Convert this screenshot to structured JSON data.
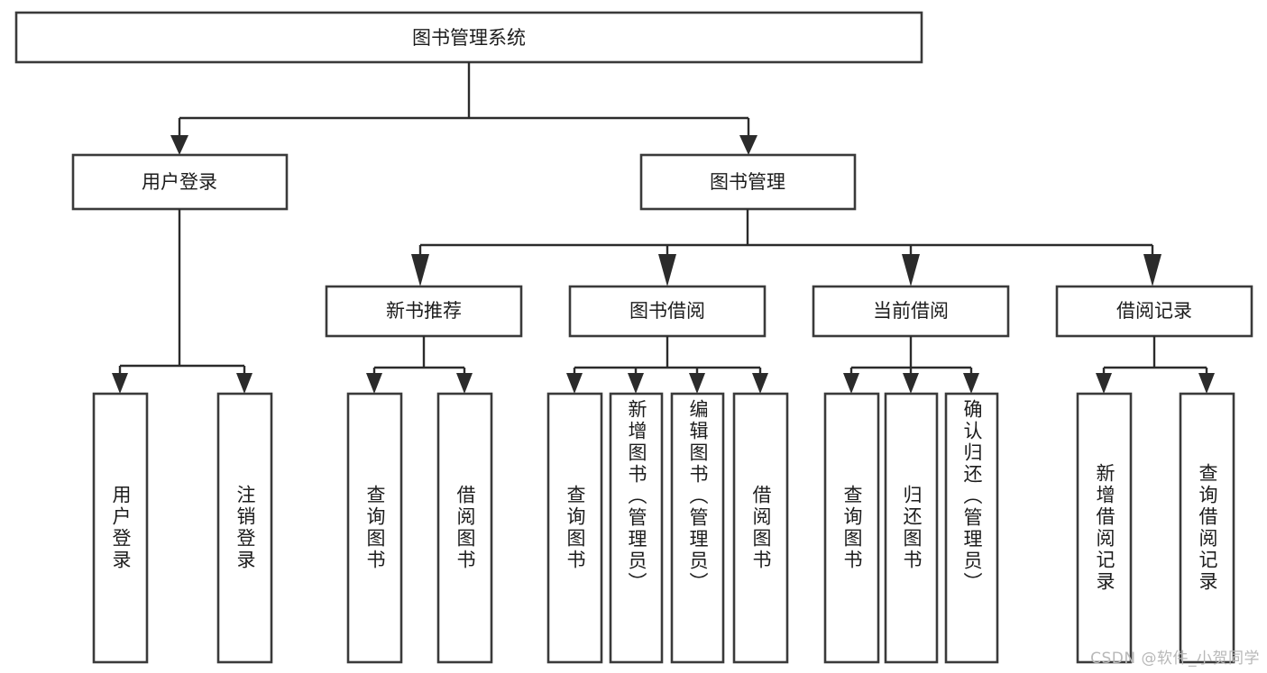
{
  "diagram": {
    "type": "tree",
    "title": "图书管理系统",
    "orientation": "top-down",
    "colors": {
      "box_stroke": "#3a3a3a",
      "connector": "#2b2b2b",
      "background": "#ffffff",
      "text": "#1c1c1c",
      "watermark": "#b8b8b8"
    },
    "root": {
      "id": "root",
      "label": "图书管理系统"
    },
    "level2": [
      {
        "id": "user-login",
        "label": "用户登录"
      },
      {
        "id": "book-manage",
        "label": "图书管理"
      }
    ],
    "level3": [
      {
        "id": "new-book-recommend",
        "label": "新书推荐",
        "parent": "book-manage"
      },
      {
        "id": "book-borrow",
        "label": "图书借阅",
        "parent": "book-manage"
      },
      {
        "id": "current-borrow",
        "label": "当前借阅",
        "parent": "book-manage"
      },
      {
        "id": "borrow-record",
        "label": "借阅记录",
        "parent": "book-manage"
      }
    ],
    "leaves": {
      "user-login": [
        {
          "id": "leaf-user-login",
          "label": "用户登录"
        },
        {
          "id": "leaf-user-logout",
          "label": "注销登录"
        }
      ],
      "new-book-recommend": [
        {
          "id": "leaf-query-book-1",
          "label": "查询图书"
        },
        {
          "id": "leaf-borrow-book-1",
          "label": "借阅图书"
        }
      ],
      "book-borrow": [
        {
          "id": "leaf-query-book-2",
          "label": "查询图书"
        },
        {
          "id": "leaf-add-book",
          "label": "新增图书（管理员）"
        },
        {
          "id": "leaf-edit-book",
          "label": "编辑图书（管理员）"
        },
        {
          "id": "leaf-borrow-book-2",
          "label": "借阅图书"
        }
      ],
      "current-borrow": [
        {
          "id": "leaf-query-book-3",
          "label": "查询图书"
        },
        {
          "id": "leaf-return-book",
          "label": "归还图书"
        },
        {
          "id": "leaf-confirm-return",
          "label": "确认归还（管理员）"
        }
      ],
      "borrow-record": [
        {
          "id": "leaf-add-record",
          "label": "新增借阅记录"
        },
        {
          "id": "leaf-query-record",
          "label": "查询借阅记录"
        }
      ]
    }
  },
  "watermark": {
    "text": "CSDN @软件_小贺同学"
  }
}
